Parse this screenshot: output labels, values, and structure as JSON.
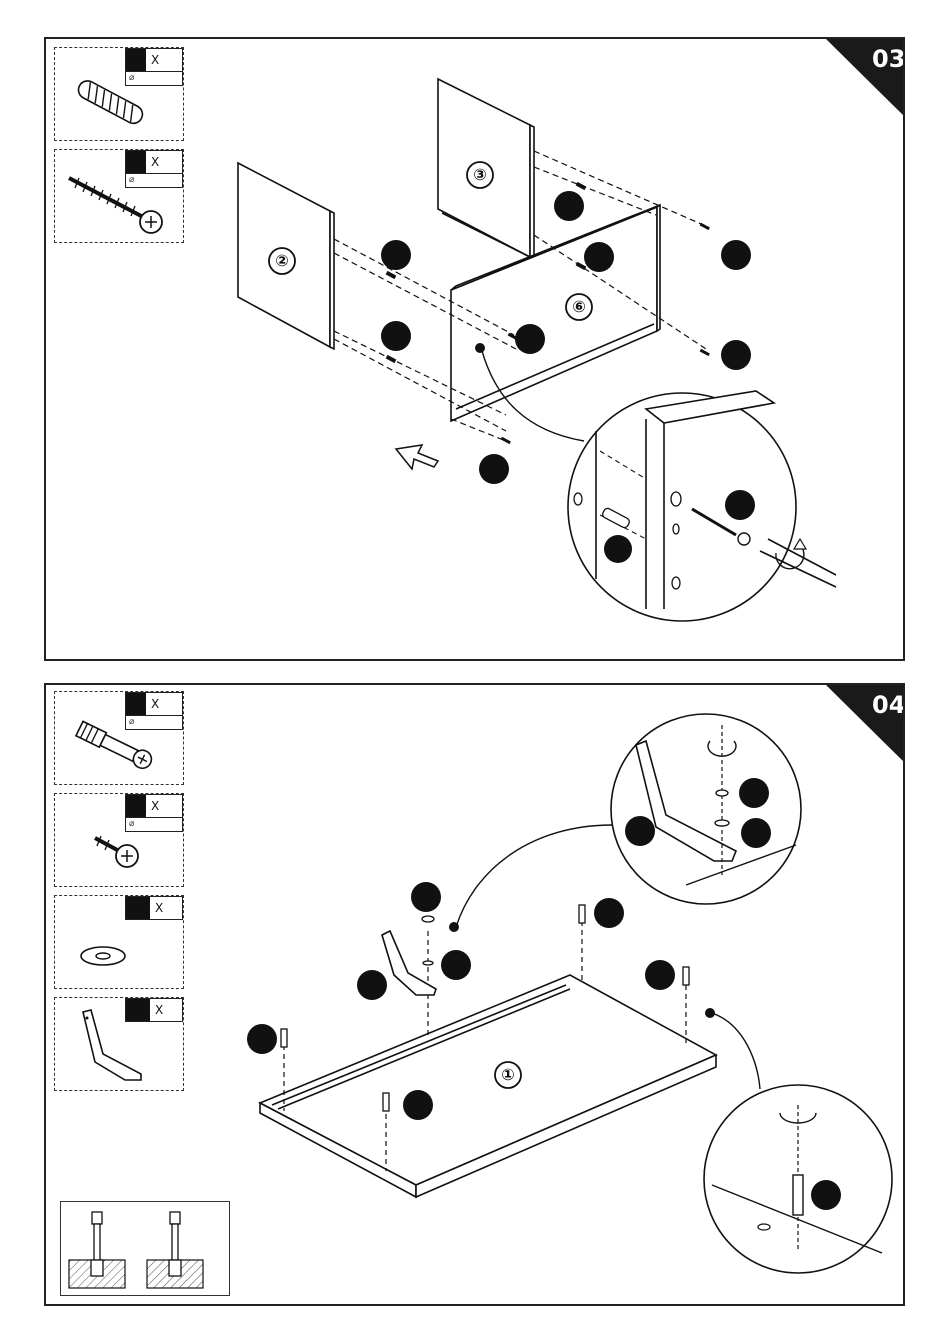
{
  "steps": [
    {
      "number": "03",
      "parts": [
        {
          "qty_label": "X",
          "dia_label": "⌀",
          "icon": "wooden-dowel-icon"
        },
        {
          "qty_label": "X",
          "dia_label": "⌀",
          "icon": "wood-screw-icon"
        }
      ],
      "panel_labels": [
        "②",
        "③",
        "⑥"
      ]
    },
    {
      "number": "04",
      "parts": [
        {
          "qty_label": "X",
          "dia_label": "⌀",
          "icon": "cam-bolt-icon"
        },
        {
          "qty_label": "X",
          "dia_label": "⌀",
          "icon": "short-screw-icon"
        },
        {
          "qty_label": "X",
          "icon": "washer-icon"
        },
        {
          "qty_label": "X",
          "icon": "leg-bracket-icon"
        }
      ],
      "panel_labels": [
        "①"
      ]
    }
  ],
  "colors": {
    "ink": "#111111",
    "line": "#222222",
    "hatch": "#555555"
  }
}
